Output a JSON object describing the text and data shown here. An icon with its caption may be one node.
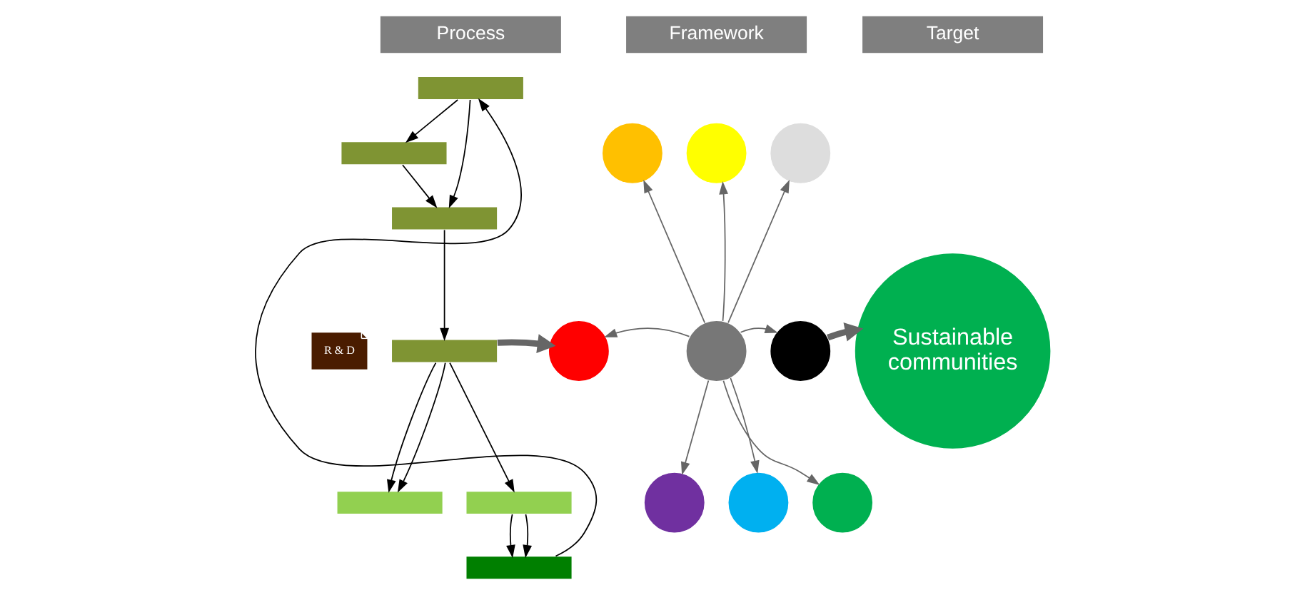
{
  "diagram": {
    "nodes": [
      {
        "text": [
          "Process"
        ]
      },
      {
        "text": [
          "Framework"
        ]
      },
      {
        "text": [
          "Target"
        ]
      },
      {
        "text": [
          "R & D"
        ]
      },
      {
        "text": [],
        "shape": "box"
      },
      {
        "text": [],
        "shape": "box"
      },
      {
        "text": [],
        "shape": "box"
      },
      {
        "text": [],
        "shape": "box"
      },
      {
        "text": [],
        "shape": "box"
      },
      {
        "text": [],
        "shape": "box"
      },
      {
        "text": [],
        "shape": "box"
      },
      {
        "text": [],
        "shape": "circle"
      },
      {
        "text": [],
        "shape": "circle"
      },
      {
        "text": [],
        "shape": "circle"
      },
      {
        "text": [],
        "shape": "circle"
      },
      {
        "text": [],
        "shape": "circle"
      },
      {
        "text": [],
        "shape": "circle"
      },
      {
        "text": [],
        "shape": "circle"
      },
      {
        "text": [],
        "shape": "circle"
      },
      {
        "text": [],
        "shape": "circle"
      },
      {
        "text": [
          "Sustainable communities"
        ]
      }
    ],
    "edges": [
      {
        "from": 10,
        "to": 4,
        "arrow": "to"
      },
      {
        "from": 4,
        "to": 5,
        "arrow": "to"
      },
      {
        "from": 4,
        "to": 6,
        "arrow": "to"
      },
      {
        "from": 5,
        "to": 6,
        "arrow": "to"
      },
      {
        "from": 6,
        "to": 7,
        "arrow": "to"
      },
      {
        "from": 7,
        "to": 8,
        "arrow": "to"
      },
      {
        "from": 7,
        "to": 8,
        "arrow": "to"
      },
      {
        "from": 7,
        "to": 9,
        "arrow": "to"
      },
      {
        "from": 9,
        "to": 10,
        "arrow": "to"
      },
      {
        "from": 9,
        "to": 10,
        "arrow": "to"
      },
      {
        "from": 7,
        "to": 18,
        "arrow": "to",
        "style": "thick",
        "color": "#666666"
      },
      {
        "from": 11,
        "to": 12,
        "arrow": "to",
        "color": "#666666"
      },
      {
        "from": 11,
        "to": 13,
        "arrow": "to",
        "color": "#666666"
      },
      {
        "from": 11,
        "to": 14,
        "arrow": "to",
        "color": "#666666"
      },
      {
        "from": 11,
        "to": 15,
        "arrow": "to",
        "color": "#666666"
      },
      {
        "from": 11,
        "to": 16,
        "arrow": "to",
        "color": "#666666"
      },
      {
        "from": 11,
        "to": 17,
        "arrow": "to",
        "color": "#666666"
      },
      {
        "from": 11,
        "to": 18,
        "arrow": "to",
        "color": "#666666"
      },
      {
        "from": 11,
        "to": 19,
        "arrow": "to",
        "color": "#666666"
      },
      {
        "from": 14,
        "to": 20,
        "arrow": "to",
        "style": "thick",
        "color": "#666666"
      }
    ]
  }
}
